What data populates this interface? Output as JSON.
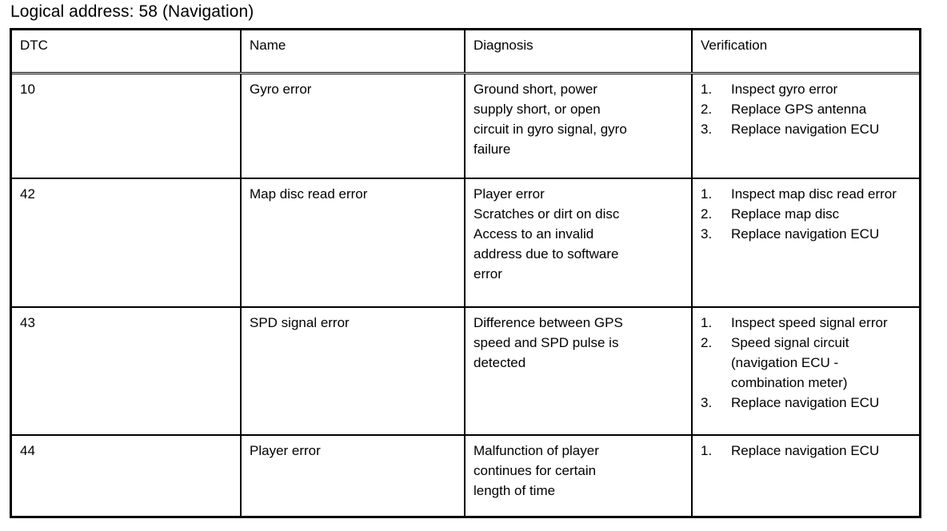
{
  "page": {
    "title": "Logical address: 58 (Navigation)"
  },
  "table": {
    "columns": [
      {
        "key": "dtc",
        "label": "DTC"
      },
      {
        "key": "name",
        "label": "Name"
      },
      {
        "key": "diagnosis",
        "label": "Diagnosis"
      },
      {
        "key": "verification",
        "label": "Verification"
      }
    ],
    "rows": [
      {
        "dtc": "10",
        "name": "Gyro error",
        "diagnosis_lines": [
          "Ground short, power",
          "supply short, or open",
          "circuit in gyro signal, gyro",
          "failure"
        ],
        "diagnosis_text": "Ground short, power supply short, or open circuit in gyro signal, gyro failure",
        "verification": [
          {
            "num": "1.",
            "text": "Inspect gyro error"
          },
          {
            "num": "2.",
            "text": "Replace GPS antenna"
          },
          {
            "num": "3.",
            "text": "Replace navigation ECU"
          }
        ]
      },
      {
        "dtc": "42",
        "name": "Map disc read error",
        "diagnosis_lines": [
          "Player error",
          "Scratches or dirt on disc",
          "Access to an invalid",
          "address due to software",
          "error"
        ],
        "diagnosis_text": "Player error Scratches or dirt on disc Access to an invalid address due to software error",
        "verification": [
          {
            "num": "1.",
            "text": "Inspect map disc read error"
          },
          {
            "num": "2.",
            "text": "Replace map disc"
          },
          {
            "num": "3.",
            "text": "Replace navigation ECU"
          }
        ]
      },
      {
        "dtc": "43",
        "name": "SPD signal error",
        "diagnosis_lines": [
          "Difference between GPS",
          "speed and SPD pulse is",
          "detected"
        ],
        "diagnosis_text": "Difference between GPS speed and SPD pulse is detected",
        "verification": [
          {
            "num": "1.",
            "text": "Inspect speed signal error"
          },
          {
            "num": "2.",
            "text": "Speed signal circuit (navigation ECU - combination meter)"
          },
          {
            "num": "3.",
            "text": "Replace navigation ECU"
          }
        ]
      },
      {
        "dtc": "44",
        "name": "Player error",
        "diagnosis_lines": [
          "Malfunction of player",
          "continues for certain",
          "length of time"
        ],
        "diagnosis_text": "Malfunction of player continues for certain length of time",
        "verification": [
          {
            "num": "1.",
            "text": "Replace navigation ECU"
          }
        ]
      }
    ]
  }
}
